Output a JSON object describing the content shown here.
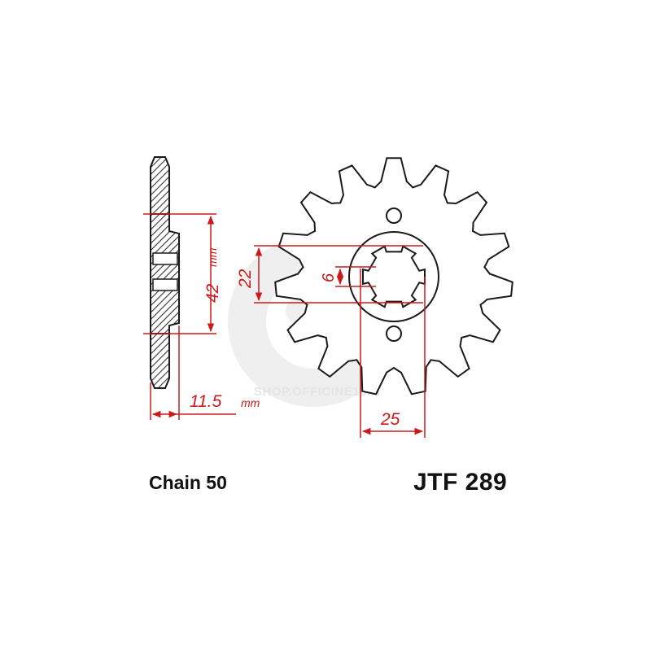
{
  "colors": {
    "outline": "#1a1a1a",
    "dimension": "#cc1a1a",
    "watermark": "#d9d9d9",
    "hatch": "#333333"
  },
  "dimensions": {
    "height": "42",
    "height_unit": "mm",
    "spline_diameter": "22",
    "spline_width": "6",
    "width": "11.5",
    "width_unit": "mm",
    "bore": "25"
  },
  "watermark": {
    "text": "SHOP.OFFICINE18.IT"
  },
  "caption": {
    "chain": "Chain 50",
    "part_number": "JTF 289"
  },
  "sprocket": {
    "teeth": 15
  }
}
